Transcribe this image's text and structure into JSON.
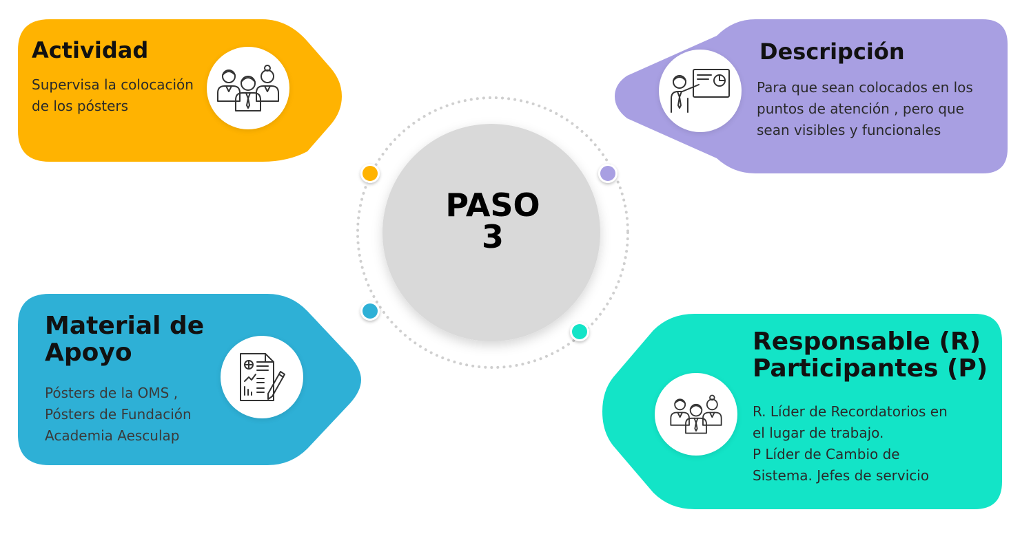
{
  "center": {
    "line1": "PASO",
    "line2": "3"
  },
  "cards": {
    "actividad": {
      "title": "Actividad",
      "lines": [
        "Supervisa la colocación",
        "de los pósters"
      ],
      "icon": "team-people-icon",
      "color": "#ffb301"
    },
    "descripcion": {
      "title": "Descripción",
      "lines": [
        "Para que sean colocados en los",
        "puntos de atención , pero que",
        "sean visibles y funcionales"
      ],
      "icon": "presentation-board-icon",
      "color": "#a89fe2"
    },
    "material": {
      "title_lines": [
        "Material de",
        "Apoyo"
      ],
      "lines": [
        "Pósters de la OMS ,",
        "Pósters de Fundación",
        "Academia Aesculap"
      ],
      "icon": "report-document-icon",
      "color": "#2eb0d6"
    },
    "responsable": {
      "title_lines": [
        "Responsable (R)",
        "Participantes (P)"
      ],
      "lines": [
        "R. Líder de Recordatorios en",
        "el lugar de trabajo.",
        "P Líder de Cambio de",
        "Sistema. Jefes de servicio"
      ],
      "icon": "team-people-icon",
      "color": "#13e4c7"
    }
  },
  "colors": {
    "center_circle": "#d9d9d9",
    "dotted_ring": "#cfcfcf",
    "body_text_dark": "#2a2a2a",
    "body_text_light": "#3a3a3a"
  }
}
